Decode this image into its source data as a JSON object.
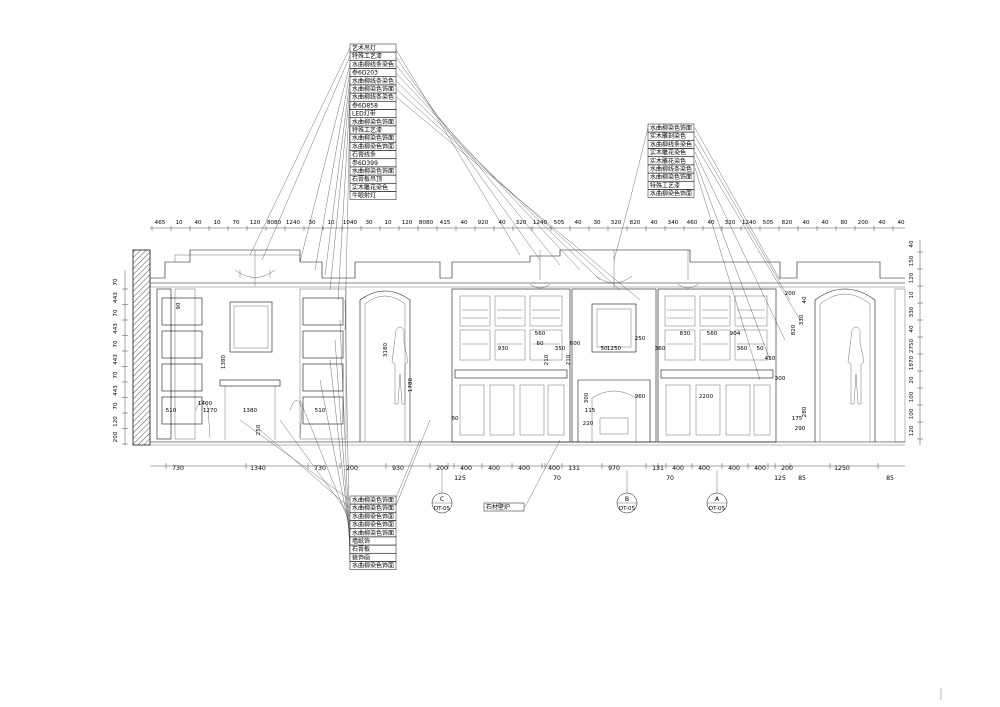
{
  "drawing": {
    "top_callouts_left": [
      "艺术吊灯",
      "特殊工艺漆",
      "水曲柳线条染色",
      "参6D203",
      "水曲柳线条染色",
      "水曲柳染色饰面",
      "水曲柳线条染色",
      "参6D858",
      "LED灯带",
      "水曲柳染色饰面",
      "特殊工艺漆",
      "水曲柳染色饰面",
      "水曲柳染色饰面",
      "石膏线条",
      "参6D399",
      "水曲柳染色饰面",
      "石膏板吊顶",
      "实木雕花染色",
      "牛眼射灯"
    ],
    "top_callouts_right": [
      "水曲柳染色饰面",
      "实木雕刻染色",
      "水曲柳线条染色",
      "实木雕花染色",
      "实木雕花染色",
      "水曲柳线条染色",
      "水曲柳染色饰面",
      "特殊工艺漆",
      "水曲柳染色饰面"
    ],
    "bottom_callouts": [
      "水曲柳染色饰面",
      "水曲柳染色饰面",
      "水曲柳染色饰面",
      "水曲柳染色饰面",
      "水曲柳染色饰面",
      "墙纸饰",
      "石膏板",
      "装饰画",
      "水曲柳染色饰面"
    ],
    "fireplace_callout": "石材壁炉",
    "section_markers": [
      {
        "letter": "C",
        "ref": "DT-05"
      },
      {
        "letter": "B",
        "ref": "DT-05"
      },
      {
        "letter": "A",
        "ref": "DT-05"
      }
    ],
    "bottom_dims": [
      "730",
      "1340",
      "730",
      "200",
      "930",
      "200",
      "400",
      "400",
      "400",
      "400",
      "131",
      "970",
      "131",
      "400",
      "400",
      "400",
      "400",
      "200",
      "1250",
      "85",
      "125",
      "70",
      "70",
      "125",
      "85"
    ],
    "top_dims": [
      "465",
      "10",
      "40",
      "10",
      "70",
      "120",
      "8080",
      "1240",
      "30",
      "10",
      "1040",
      "30",
      "10",
      "120",
      "8080",
      "415",
      "40",
      "920",
      "40",
      "320",
      "1240",
      "505",
      "40",
      "30",
      "320",
      "820",
      "40",
      "340",
      "460",
      "40",
      "320",
      "1240",
      "505",
      "820",
      "40",
      "40",
      "80",
      "200",
      "40",
      "40"
    ],
    "left_dims": [
      "70",
      "443",
      "70",
      "443",
      "70",
      "443",
      "70",
      "443",
      "70",
      "120",
      "200"
    ],
    "right_dims": [
      "40",
      "150",
      "120",
      "10",
      "330",
      "40",
      "2750",
      "1870",
      "20",
      "100",
      "100",
      "120"
    ],
    "interior_dims": [
      "3180",
      "1780",
      "1380",
      "510",
      "510",
      "1400",
      "1270",
      "1380",
      "250",
      "930",
      "600",
      "300",
      "115",
      "220",
      "60",
      "210",
      "350",
      "210",
      "250",
      "50",
      "360",
      "1250",
      "360",
      "50",
      "2200",
      "450",
      "300",
      "560",
      "960",
      "560",
      "830",
      "904",
      "200",
      "820",
      "330",
      "40",
      "175",
      "290",
      "280",
      "60",
      "90"
    ]
  }
}
